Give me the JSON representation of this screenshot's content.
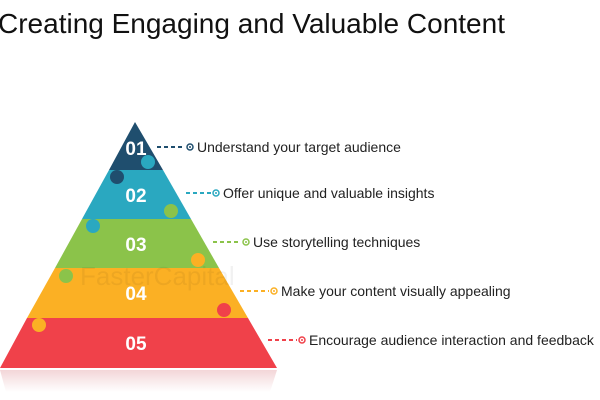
{
  "title": "Creating Engaging and Valuable Content",
  "watermark": "FasterCapital",
  "levels": [
    {
      "number": "01",
      "label": "Understand your target audience",
      "color": "#1f4e6e"
    },
    {
      "number": "02",
      "label": "Offer unique and valuable insights",
      "color": "#2aa8c0"
    },
    {
      "number": "03",
      "label": "Use storytelling techniques",
      "color": "#8bc34a"
    },
    {
      "number": "04",
      "label": "Make your content visually appealing",
      "color": "#fbb024"
    },
    {
      "number": "05",
      "label": "Encourage audience interaction and feedback",
      "color": "#f0414a"
    }
  ]
}
